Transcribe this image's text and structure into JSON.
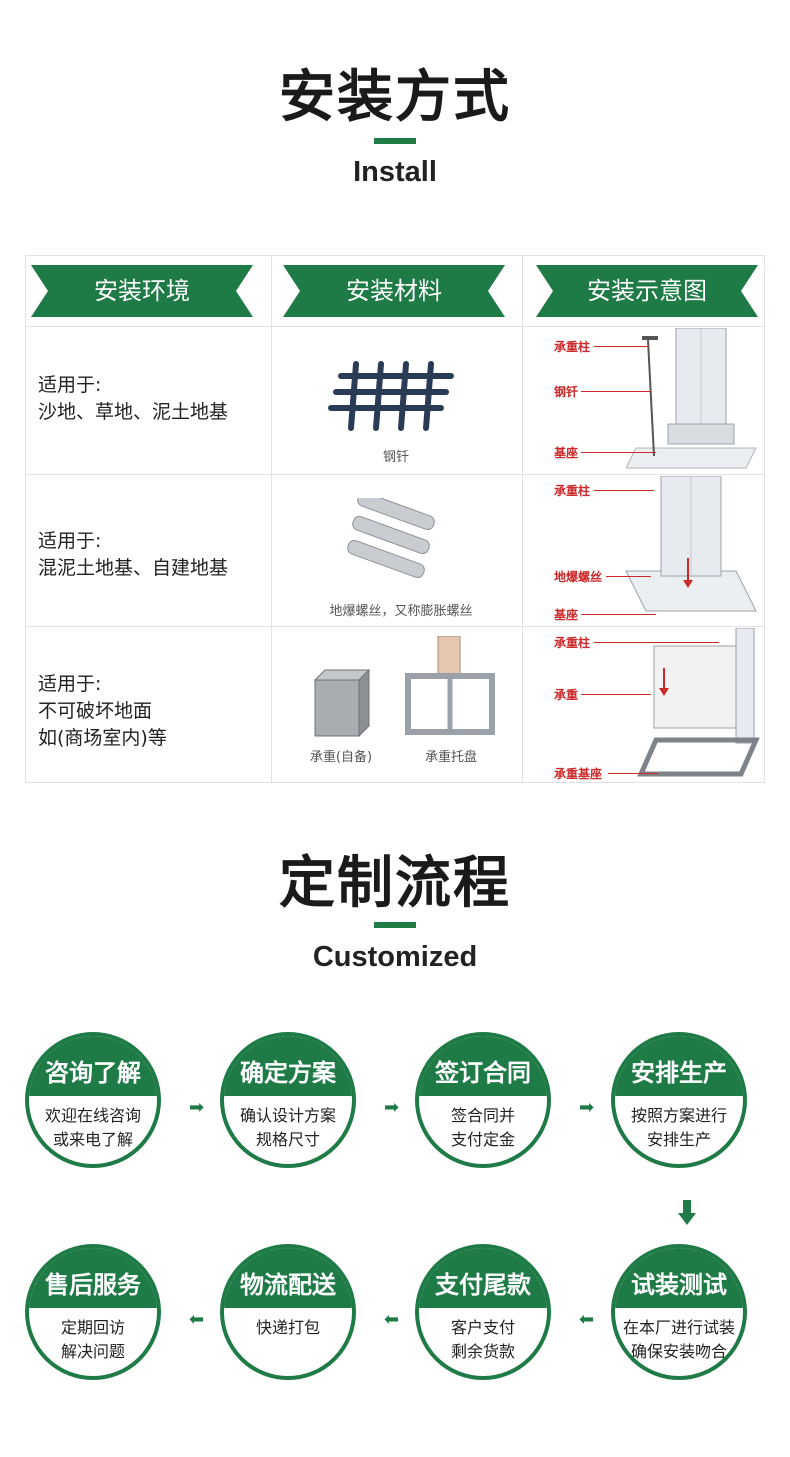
{
  "install": {
    "title": "安装方式",
    "subtitle": "Install",
    "headers": [
      "安装环境",
      "安装材料",
      "安装示意图"
    ],
    "rows": [
      {
        "env": [
          "适用于:",
          "沙地、草地、泥土地基"
        ],
        "captions": [
          "钢钎"
        ],
        "diagram": [
          "承重柱",
          "钢钎",
          "基座"
        ]
      },
      {
        "env": [
          "适用于:",
          "混泥土地基、自建地基"
        ],
        "captions": [
          "地爆螺丝，又称膨胀螺丝"
        ],
        "diagram": [
          "承重柱",
          "地爆螺丝",
          "基座"
        ]
      },
      {
        "env": [
          "适用于:",
          "不可破坏地面",
          "如(商场室内)等"
        ],
        "captions": [
          "承重(自备)",
          "承重托盘"
        ],
        "diagram": [
          "承重柱",
          "承重",
          "承重基座"
        ]
      }
    ]
  },
  "custom": {
    "title": "定制流程",
    "subtitle": "Customized",
    "steps": [
      {
        "title": "咨询了解",
        "lines": [
          "欢迎在线咨询",
          "或来电了解"
        ]
      },
      {
        "title": "确定方案",
        "lines": [
          "确认设计方案",
          "规格尺寸"
        ]
      },
      {
        "title": "签订合同",
        "lines": [
          "签合同并",
          "支付定金"
        ]
      },
      {
        "title": "安排生产",
        "lines": [
          "按照方案进行",
          "安排生产"
        ]
      },
      {
        "title": "试装测试",
        "lines": [
          "在本厂进行试装",
          "确保安装吻合"
        ]
      },
      {
        "title": "支付尾款",
        "lines": [
          "客户支付",
          "剩余货款"
        ]
      },
      {
        "title": "物流配送",
        "lines": [
          "快递打包"
        ]
      },
      {
        "title": "售后服务",
        "lines": [
          "定期回访",
          "解决问题"
        ]
      }
    ]
  },
  "colors": {
    "brand_green": "#1e7b46",
    "label_red": "#cc2a2a"
  }
}
